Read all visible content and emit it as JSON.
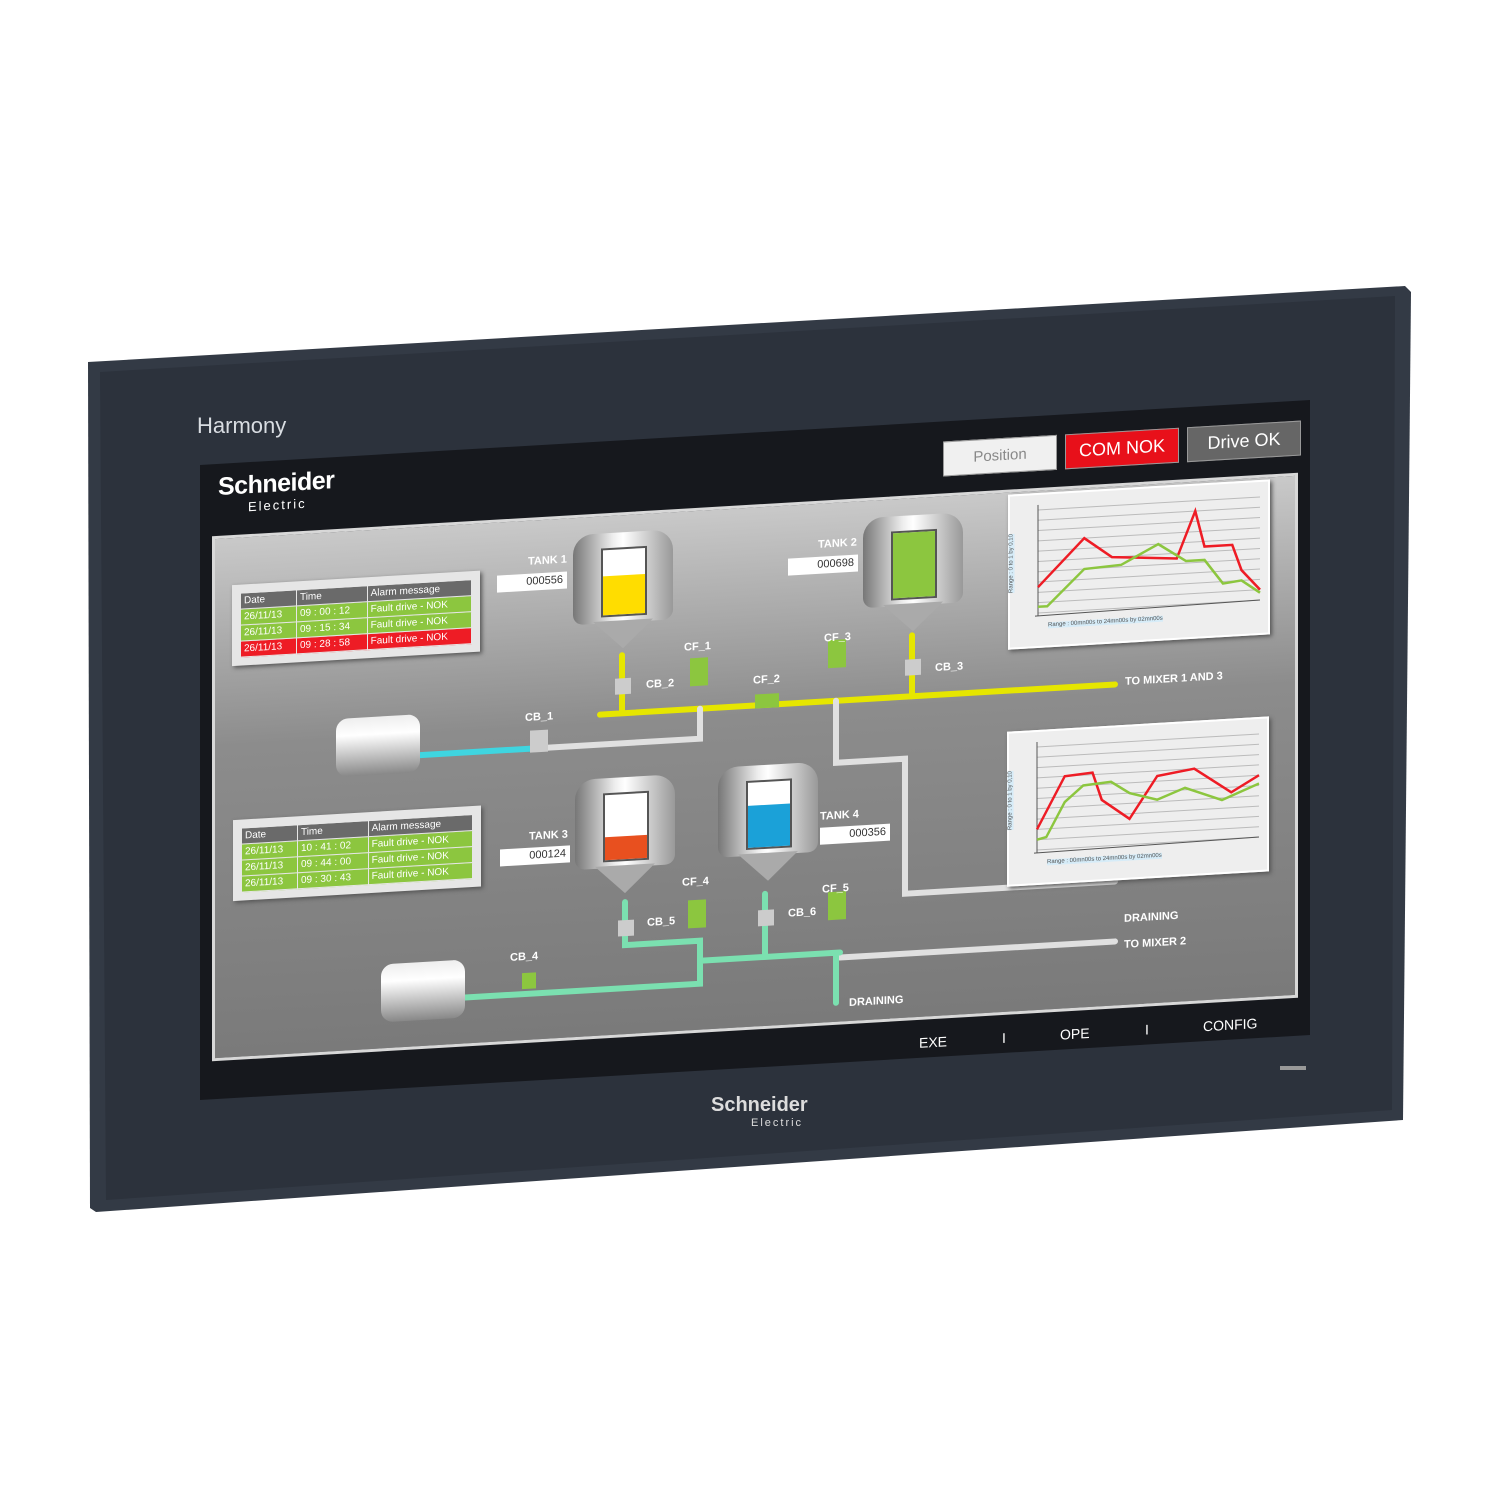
{
  "device": {
    "brand_top": "Harmony",
    "brand_bottom": "Schneider",
    "brand_bottom_sub": "Electric"
  },
  "header": {
    "logo": "Schneider",
    "logo_sub": "Electric",
    "buttons": [
      {
        "label": "Position"
      },
      {
        "label": "COM NOK"
      },
      {
        "label": "Drive OK"
      }
    ]
  },
  "alarms_top": {
    "headers": [
      "Date",
      "Time",
      "Alarm message"
    ],
    "rows": [
      {
        "date": "26/11/13",
        "time": "09 : 00 : 12",
        "msg": "Fault drive - NOK",
        "status": "ok"
      },
      {
        "date": "26/11/13",
        "time": "09 : 15 : 34",
        "msg": "Fault drive - NOK",
        "status": "ok"
      },
      {
        "date": "26/11/13",
        "time": "09 : 28 : 58",
        "msg": "Fault drive - NOK",
        "status": "alarm"
      }
    ]
  },
  "alarms_bottom": {
    "headers": [
      "Date",
      "Time",
      "Alarm message"
    ],
    "rows": [
      {
        "date": "26/11/13",
        "time": "10 : 41 : 02",
        "msg": "Fault drive - NOK",
        "status": "ok"
      },
      {
        "date": "26/11/13",
        "time": "09 : 44 : 00",
        "msg": "Fault drive - NOK",
        "status": "ok"
      },
      {
        "date": "26/11/13",
        "time": "09 : 30 : 43",
        "msg": "Fault drive - NOK",
        "status": "ok"
      }
    ]
  },
  "tanks": [
    {
      "name": "TANK 1",
      "value": "000556",
      "level": 0.6,
      "color": "#ffdd00"
    },
    {
      "name": "TANK 2",
      "value": "000698",
      "level": 1.0,
      "color": "#8cc63f"
    },
    {
      "name": "TANK 3",
      "value": "000124",
      "level": 0.35,
      "color": "#e8501f"
    },
    {
      "name": "TANK 4",
      "value": "000356",
      "level": 0.65,
      "color": "#1ba1d8"
    }
  ],
  "valves": {
    "cf1": "CF_1",
    "cf2": "CF_2",
    "cf3": "CF_3",
    "cf4": "CF_4",
    "cf5": "CF_5",
    "cb1": "CB_1",
    "cb2": "CB_2",
    "cb3": "CB_3",
    "cb4": "CB_4",
    "cb5": "CB_5",
    "cb6": "CB_6"
  },
  "destinations": {
    "mixer13": "TO MIXER 1 AND 3",
    "draining1": "DRAINING",
    "mixer2": "TO MIXER 2",
    "draining2": "DRAINING"
  },
  "footer": {
    "exe": "EXE",
    "sep1": "I",
    "ope": "OPE",
    "sep2": "I",
    "config": "CONFIG"
  },
  "colors": {
    "ok": "#8cc63f",
    "alarm": "#ee1c25",
    "red_series": "#ee1c25",
    "green_series": "#8cc63f"
  },
  "chart_data": [
    {
      "type": "line",
      "ylabel": "Range : 0 to 1 by 0,10",
      "xlabel": "Range : 00mn00s to 24mn00s by 02mn00s",
      "xlim": [
        0,
        24
      ],
      "ylim": [
        0,
        1
      ],
      "series": [
        {
          "name": "red",
          "x": [
            0,
            5,
            8,
            15,
            17,
            18,
            21,
            22,
            24
          ],
          "values": [
            0.25,
            0.7,
            0.5,
            0.45,
            0.9,
            0.55,
            0.55,
            0.3,
            0.1
          ]
        },
        {
          "name": "green",
          "x": [
            0,
            1,
            5,
            9,
            13,
            16,
            18,
            20,
            22,
            24
          ],
          "values": [
            0.06,
            0.06,
            0.4,
            0.42,
            0.6,
            0.42,
            0.42,
            0.18,
            0.2,
            0.07
          ]
        }
      ]
    },
    {
      "type": "line",
      "ylabel": "Range : 0 to 1 by 0,10",
      "xlabel": "Range : 00mn00s to 24mn00s by 02mn00s",
      "xlim": [
        0,
        24
      ],
      "ylim": [
        0,
        1
      ],
      "series": [
        {
          "name": "red",
          "x": [
            0,
            3,
            6,
            7,
            10,
            13,
            17,
            21,
            24
          ],
          "values": [
            0.2,
            0.7,
            0.72,
            0.45,
            0.25,
            0.65,
            0.7,
            0.45,
            0.6
          ]
        },
        {
          "name": "green",
          "x": [
            0,
            1,
            3,
            5,
            8,
            10,
            13,
            16,
            20,
            24
          ],
          "values": [
            0.1,
            0.12,
            0.45,
            0.6,
            0.62,
            0.5,
            0.42,
            0.52,
            0.38,
            0.52
          ]
        }
      ]
    }
  ]
}
